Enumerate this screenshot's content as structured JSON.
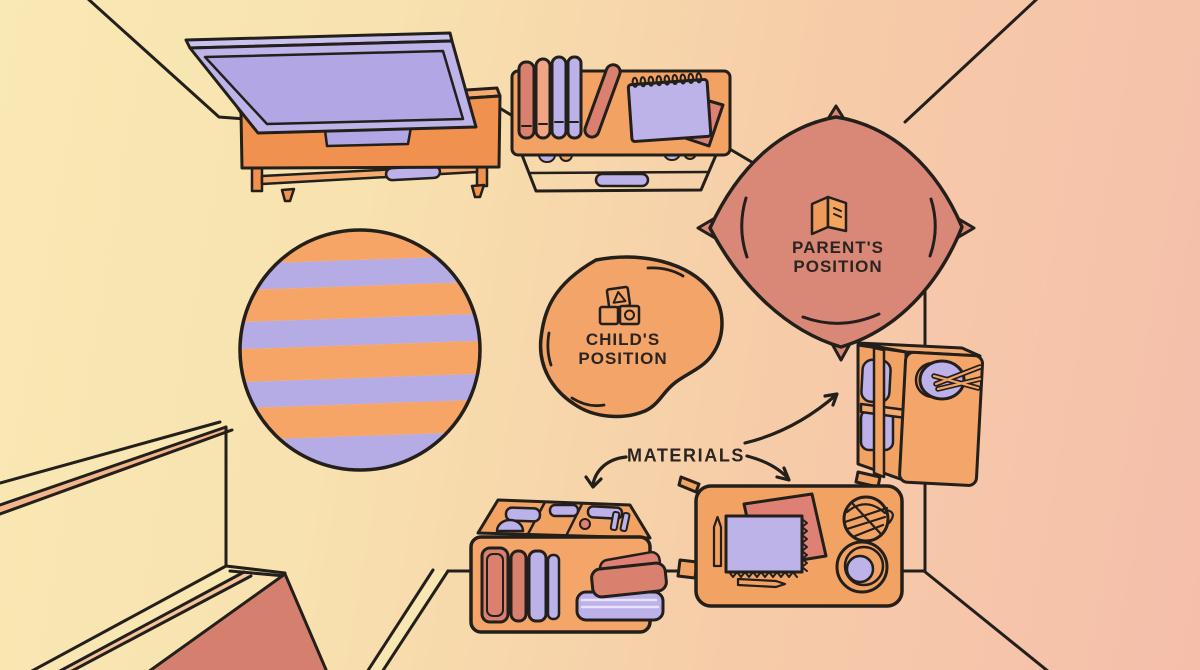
{
  "scene": {
    "type": "room-layout-illustration",
    "view": "top-down reading corner",
    "background": {
      "gradient_start": "#F8E8B2",
      "gradient_end": "#F5BEAB"
    },
    "outline_color": "#231F1B",
    "palette": {
      "orange": "#F2A263",
      "orange_deep": "#F0914F",
      "orange_light": "#F5AB6F",
      "lavender": "#BCB1E8",
      "lavender_light": "#C9BFEF",
      "lavender_dark": "#B2A6E4",
      "coral": "#D9806F",
      "coral_light": "#DE8174",
      "cushion_coral": "#D98878",
      "stair_stripe": "#F3B58B",
      "label_text": "#2B2421"
    }
  },
  "labels": {
    "parent_position": {
      "line1": "PARENT'S",
      "line2": "POSITION"
    },
    "child_position": {
      "line1": "CHILD'S",
      "line2": "POSITION"
    },
    "materials": {
      "text": "MATERIALS"
    }
  },
  "icons": [
    {
      "name": "open-book-icon",
      "location": "parent cushion"
    },
    {
      "name": "toy-blocks-icon",
      "location": "child cushion"
    }
  ],
  "objects": [
    "tv-stand-with-tv",
    "console-table-with-books-and-notepad",
    "striped-round-rug",
    "parent-floor-cushion",
    "child-bean-cushion",
    "supplies-cabinet",
    "materials-bookshelf",
    "materials-activity-table",
    "staircase"
  ]
}
